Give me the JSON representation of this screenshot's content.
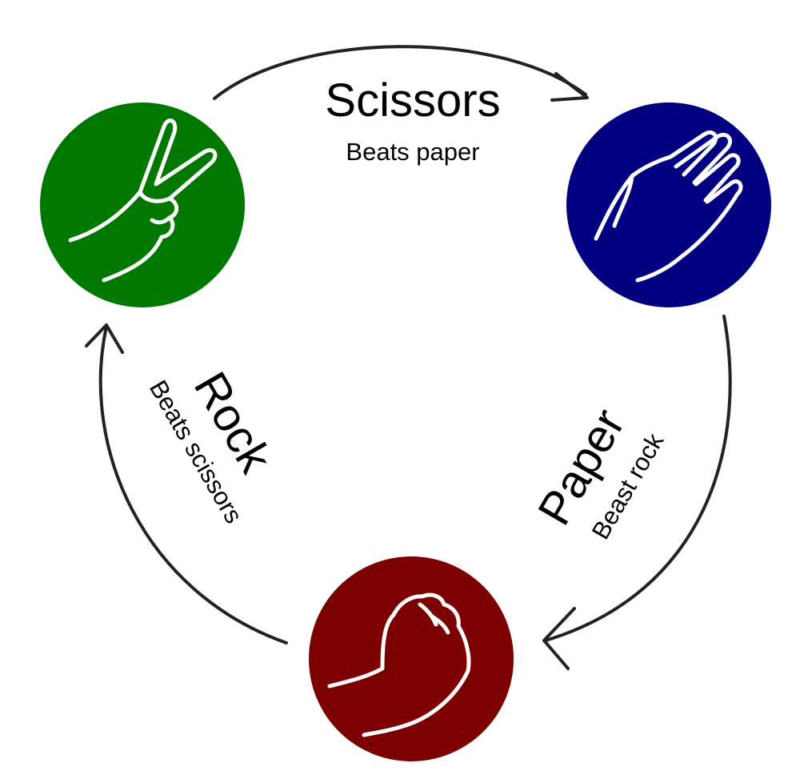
{
  "diagram": {
    "scissors": {
      "title": "Scissors",
      "subtitle": "Beats paper",
      "color": "#007800",
      "icon": "scissors-hand-icon"
    },
    "paper": {
      "title": "Paper",
      "subtitle": "Beast rock",
      "color": "#000080",
      "icon": "paper-hand-icon"
    },
    "rock": {
      "title": "Rock",
      "subtitle": "Beats scissors",
      "color": "#7d0000",
      "icon": "rock-fist-icon"
    }
  }
}
